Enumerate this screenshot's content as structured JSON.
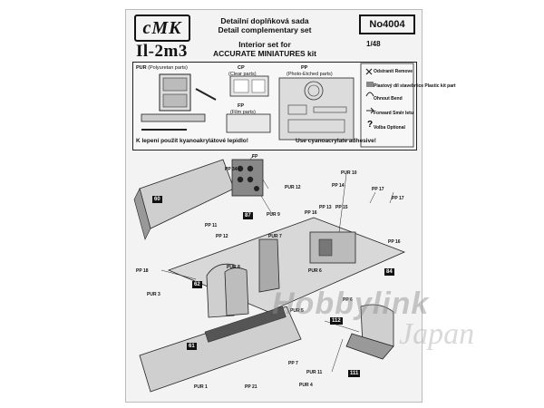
{
  "header": {
    "logo": "cMK",
    "model": "Il-2m3",
    "title_cz": "Detailní doplňková sada",
    "title_en": "Detail complementary set",
    "subtitle": "Interior set for",
    "kit": "ACCURATE MINIATURES kit",
    "number": "No4004",
    "scale": "1/48"
  },
  "parts": {
    "pur": "PUR",
    "pur_note": "(Polyuretan parts)",
    "cp": "CP",
    "cp_note": "(Clear parts)",
    "pp": "PP",
    "pp_note": "(Photo-Etched parts)",
    "fp": "FP",
    "fp_note": "(Film parts)"
  },
  "legend": {
    "remove": "Odstranit Remove",
    "plastic": "Plastový díl stavebnice Plastic kit part",
    "bend": "Ohnout Bend",
    "forward": "Forward Směr letu",
    "optional": "Volba Optional"
  },
  "warnings": {
    "cz": "K lepení použít kyanoakrylátové lepidlo!",
    "en": "Use cyanoacrylate adhesive!"
  },
  "steps": [
    "60",
    "87",
    "84",
    "62",
    "112",
    "61",
    "111"
  ],
  "callouts": {
    "fp": "FP",
    "pp34": "PP 34",
    "pur12": "PUR 12",
    "pur9": "PUR 9",
    "pur10": "PUR 10",
    "pp14": "PP 14",
    "pp17": "PP 17",
    "pp17b": "PP 17",
    "pp16a": "PP 16",
    "pp15": "PP 15",
    "pp16b": "PP 16",
    "pp13": "PP 13",
    "pp11": "PP 11",
    "pp12": "PP 12",
    "pur7": "PUR 7",
    "pp18": "PP 18",
    "pur3": "PUR 3",
    "pur8": "PUR 8",
    "pur6": "PUR 6",
    "pur5": "PUR 5",
    "pp6": "PP 6",
    "pur1": "PUR 1",
    "pp21": "PP 21",
    "pp7": "PP 7",
    "pur11": "PUR 11",
    "pur4": "PUR 4"
  },
  "watermark": {
    "line1": "Hobbylink",
    "line2": "Japan"
  }
}
